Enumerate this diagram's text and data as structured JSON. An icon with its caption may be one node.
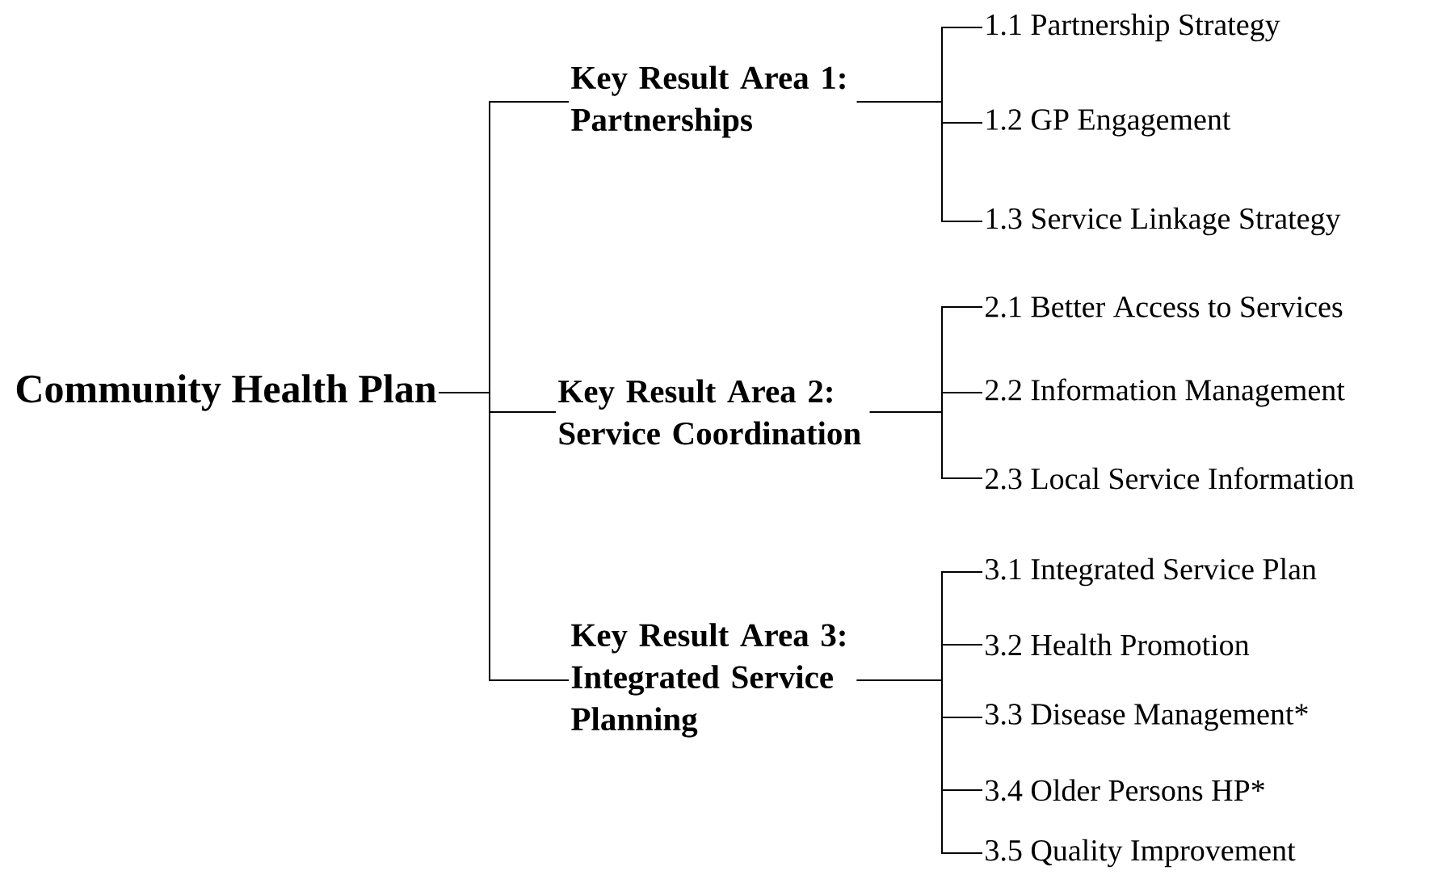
{
  "diagram": {
    "nodes": [
      {
        "text": [
          "Community Health Plan"
        ]
      },
      {
        "text": [
          "Key Result Area 1: Partnerships"
        ]
      },
      {
        "text": [
          "1.1 Partnership Strategy"
        ]
      },
      {
        "text": [
          "1.2 GP Engagement"
        ]
      },
      {
        "text": [
          "1.3 Service Linkage Strategy"
        ]
      },
      {
        "text": [
          "Key Result Area 2: Service Coordination"
        ]
      },
      {
        "text": [
          "2.1 Better Access to Services"
        ]
      },
      {
        "text": [
          "2.2 Information Management"
        ]
      },
      {
        "text": [
          "2.3 Local Service Information"
        ]
      },
      {
        "text": [
          "Key Result Area 3: Integrated Service Planning"
        ]
      },
      {
        "text": [
          "3.1 Integrated Service Plan"
        ]
      },
      {
        "text": [
          "3.2 Health Promotion"
        ]
      },
      {
        "text": [
          "3.3 Disease Management*"
        ]
      },
      {
        "text": [
          "3.4 Older Persons HP*"
        ]
      },
      {
        "text": [
          "3.5 Quality Improvement"
        ]
      }
    ],
    "edges": [
      {
        "from": 0,
        "to": 1,
        "arrow": "none"
      },
      {
        "from": 0,
        "to": 5,
        "arrow": "none"
      },
      {
        "from": 0,
        "to": 9,
        "arrow": "none"
      },
      {
        "from": 1,
        "to": 2,
        "arrow": "none"
      },
      {
        "from": 1,
        "to": 3,
        "arrow": "none"
      },
      {
        "from": 1,
        "to": 4,
        "arrow": "none"
      },
      {
        "from": 5,
        "to": 6,
        "arrow": "none"
      },
      {
        "from": 5,
        "to": 7,
        "arrow": "none"
      },
      {
        "from": 5,
        "to": 8,
        "arrow": "none"
      },
      {
        "from": 9,
        "to": 10,
        "arrow": "none"
      },
      {
        "from": 9,
        "to": 11,
        "arrow": "none"
      },
      {
        "from": 9,
        "to": 12,
        "arrow": "none"
      },
      {
        "from": 9,
        "to": 13,
        "arrow": "none"
      },
      {
        "from": 9,
        "to": 14,
        "arrow": "none"
      }
    ]
  }
}
